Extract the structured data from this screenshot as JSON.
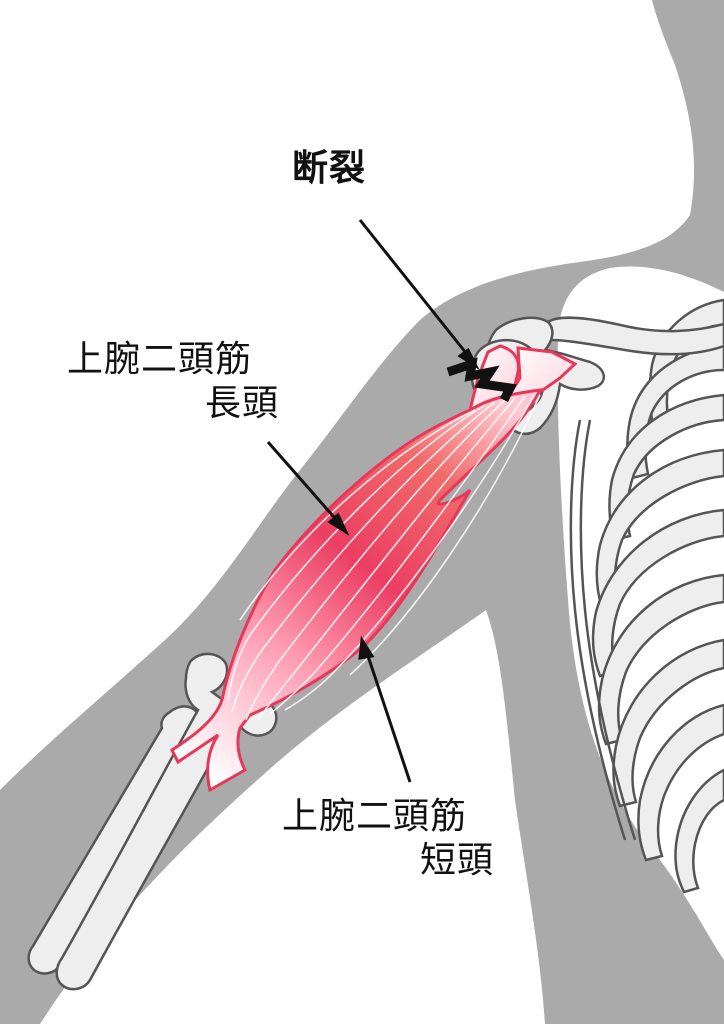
{
  "labels": {
    "rupture": "断裂",
    "long_head_line1": "上腕二頭筋",
    "long_head_line2": "長頭",
    "short_head_line1": "上腕二頭筋",
    "short_head_line2": "短頭"
  },
  "colors": {
    "body_silhouette": "#aaaaaa",
    "bone_fill": "#eeeeee",
    "bone_outline": "#555555",
    "muscle_red": "#e8385a",
    "muscle_light": "#ffd0dc",
    "muscle_orange": "#f4a07a",
    "arrow": "#111111"
  }
}
